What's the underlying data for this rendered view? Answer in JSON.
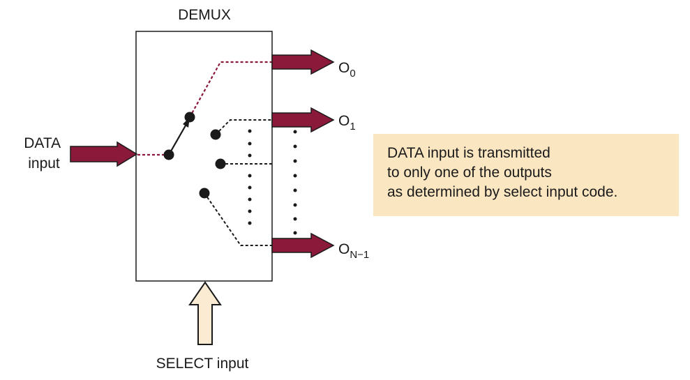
{
  "diagram": {
    "title": "DEMUX",
    "data_input": {
      "line1": "DATA",
      "line2": "input"
    },
    "select_input": "SELECT input",
    "outputs": [
      {
        "base": "O",
        "subscript": "0"
      },
      {
        "base": "O",
        "subscript": "1"
      },
      {
        "base": "O",
        "subscript": "N−1"
      }
    ]
  },
  "note": {
    "lines": [
      "DATA input is transmitted",
      "to only one of the outputs",
      "as determined by select input code."
    ]
  },
  "colors": {
    "arrow_fill": "#8b1a3a",
    "select_arrow_fill": "#fbebd3",
    "note_background": "#fbe6c2",
    "dashed_active": "#8b1a3a",
    "dashed_inactive": "#1a1a1a"
  }
}
